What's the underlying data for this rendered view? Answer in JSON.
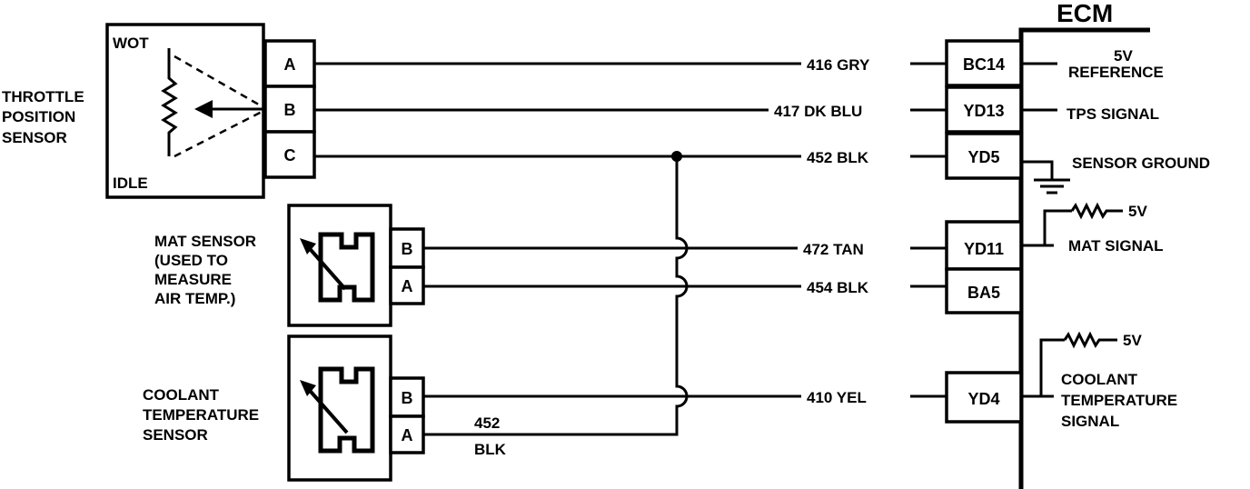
{
  "ecm": {
    "title": "ECM",
    "pins": [
      "BC14",
      "YD13",
      "YD5",
      "YD11",
      "BA5",
      "YD4"
    ],
    "signals": {
      "ref_line1": "5V",
      "ref_line2": "REFERENCE",
      "tps": "TPS  SIGNAL",
      "ground": "SENSOR GROUND",
      "mat": "MAT  SIGNAL",
      "mat_5v": "5V",
      "coolant_5v": "5V",
      "coolant_line1": "COOLANT",
      "coolant_line2": "TEMPERATURE",
      "coolant_line3": "SIGNAL"
    }
  },
  "tps": {
    "label_line1": "THROTTLE",
    "label_line2": "POSITION",
    "label_line3": "SENSOR",
    "wot": "WOT",
    "idle": "IDLE",
    "pins": [
      "A",
      "B",
      "C"
    ]
  },
  "mat": {
    "label_line1": "MAT SENSOR",
    "label_line2": "(USED TO",
    "label_line3": "MEASURE",
    "label_line4": "AIR TEMP.)",
    "pins": [
      "B",
      "A"
    ]
  },
  "coolant": {
    "label_line1": "COOLANT",
    "label_line2": "TEMPERATURE",
    "label_line3": "SENSOR",
    "pins": [
      "B",
      "A"
    ]
  },
  "wires": {
    "w416": "416 GRY",
    "w417": "417 DK BLU",
    "w452": "452 BLK",
    "w472": "472 TAN",
    "w454": "454 BLK",
    "w410": "410 YEL",
    "w452b_line1": "452",
    "w452b_line2": "BLK"
  }
}
